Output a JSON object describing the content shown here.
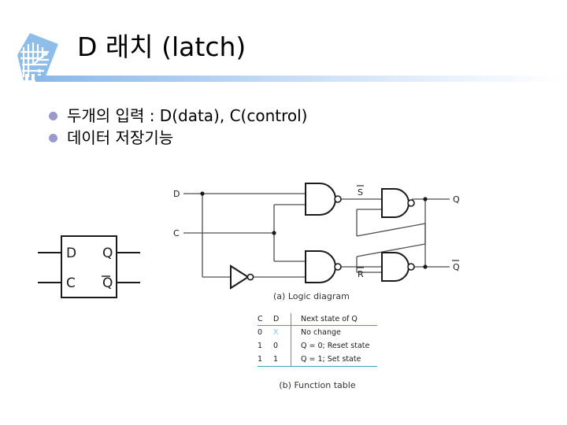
{
  "slide": {
    "title": "D 래치 (latch)",
    "logo_icon": "circuit-board-logo-icon",
    "divider_color": "#8ab8e8"
  },
  "bullets": [
    {
      "text": "두개의 입력 : D(data), C(control)",
      "marker": "bullet-dot"
    },
    {
      "text": "데이터 저장기능",
      "marker": "bullet-dot"
    }
  ],
  "block_symbol": {
    "name": "d-latch-block-symbol",
    "inputs": [
      {
        "label": "D"
      },
      {
        "label": "C"
      }
    ],
    "outputs": [
      {
        "label": "Q",
        "overbar": false
      },
      {
        "label": "Q",
        "overbar": true
      }
    ]
  },
  "logic_diagram": {
    "caption": "(a) Logic diagram",
    "inputs": [
      {
        "label": "D"
      },
      {
        "label": "C"
      }
    ],
    "internal_nets": [
      {
        "label": "S",
        "overbar": true
      },
      {
        "label": "R",
        "overbar": true
      }
    ],
    "outputs": [
      {
        "label": "Q",
        "overbar": false
      },
      {
        "label": "Q",
        "overbar": true
      }
    ],
    "gates": [
      {
        "name": "nand-gate-top-input",
        "type": "NAND"
      },
      {
        "name": "nand-gate-bottom-input",
        "type": "NAND"
      },
      {
        "name": "inverter-gate",
        "type": "NOT"
      },
      {
        "name": "nand-gate-top-latch",
        "type": "NAND"
      },
      {
        "name": "nand-gate-bottom-latch",
        "type": "NAND"
      }
    ]
  },
  "function_table": {
    "caption": "(b) Function table",
    "rule_color": "#3ba3b5",
    "headers": [
      "C",
      "D",
      "Next state of Q"
    ],
    "rows": [
      {
        "c": "0",
        "d": "X",
        "d_highlight": true,
        "next": "No change"
      },
      {
        "c": "1",
        "d": "0",
        "d_highlight": false,
        "next": "Q = 0; Reset state"
      },
      {
        "c": "1",
        "d": "1",
        "d_highlight": false,
        "next": "Q = 1; Set state"
      }
    ]
  }
}
